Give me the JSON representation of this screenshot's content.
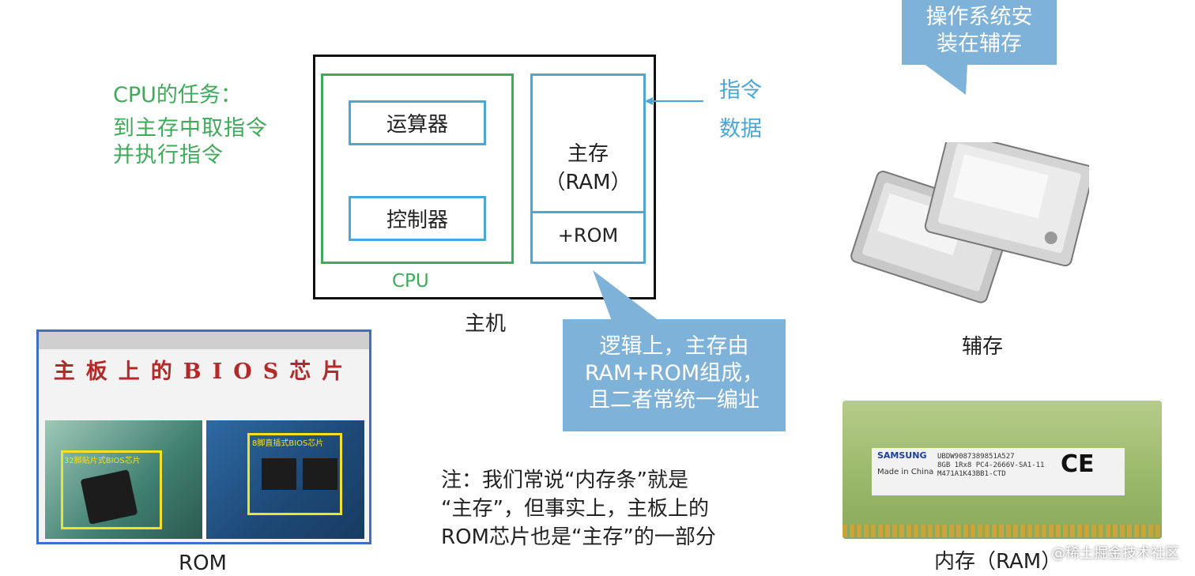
{
  "cpu_task": {
    "title": "CPU的任务：",
    "line1": "到主存中取指令",
    "line2": "并执行指令"
  },
  "diagram": {
    "alu": "运算器",
    "controller": "控制器",
    "main_memory_line1": "主存",
    "main_memory_line2": "（RAM）",
    "rom_part": "+ROM",
    "cpu_label": "CPU",
    "host_label": "主机",
    "instruction": "指令",
    "data": "数据"
  },
  "callouts": {
    "os_line1": "操作系统安",
    "os_line2": "装在辅存",
    "logic_line1": "逻辑上，主存由",
    "logic_line2": "RAM+ROM组成，",
    "logic_line3": "且二者常统一编址"
  },
  "rom_image": {
    "title": "主板上的BIOS芯片",
    "chip1_caption": "32脚贴片式BIOS芯片",
    "chip2_caption": "8脚直插式BIOS芯片",
    "label": "ROM"
  },
  "note": {
    "line1": "注：我们常说“内存条”就是",
    "line2": "“主存”，但事实上，主板上的",
    "line3": "ROM芯片也是“主存”的一部分"
  },
  "secondary_storage": {
    "label": "辅存"
  },
  "ram_image": {
    "brand": "SAMSUNG",
    "made_in": "Made in China",
    "code1": "UBDW9087389851A527",
    "code2": "8GB 1Rx8 PC4-2666V-SA1-11",
    "code3": "M471A1K43BB1-CTD",
    "ce_mark": "CE",
    "label": "内存（RAM）"
  },
  "watermark": "@稀土掘金技术社区",
  "colors": {
    "green": "#3faa5a",
    "blue": "#4aa7d8",
    "callout": "#7fb2d9",
    "rom_frame": "#3d6fc6"
  }
}
